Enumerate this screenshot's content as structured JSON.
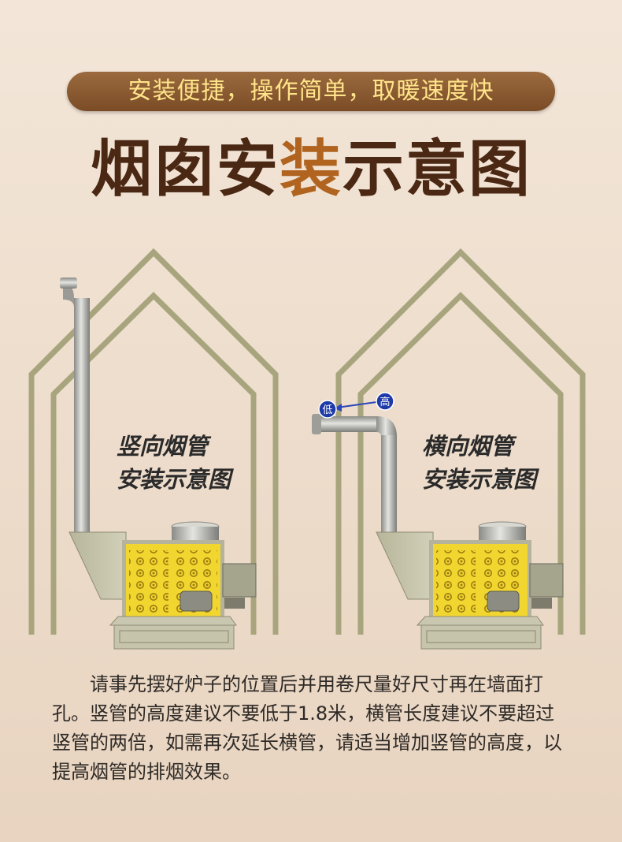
{
  "banner": {
    "text": "安装便捷，操作简单，取暖速度快"
  },
  "title": {
    "part1": "烟囱安",
    "highlight": "装",
    "part2": "示意图"
  },
  "left_diagram": {
    "line1": "竖向烟管",
    "line2": "安装示意图"
  },
  "right_diagram": {
    "line1": "横向烟管",
    "line2": "安装示意图",
    "low_badge": "低",
    "high_badge": "高"
  },
  "description": "请事先摆好炉子的位置后并用卷尺量好尺寸再在墙面打孔。竖管的高度建议不要低于1.8米，横管长度建议不要超过竖管的两倍，如需再次延长横管，请适当增加竖管的高度，以提高烟管的排烟效果。",
  "colors": {
    "house_outline": "#a8a57e",
    "stove_yellow": "#f2d630",
    "pipe": "#b8b8b0"
  }
}
